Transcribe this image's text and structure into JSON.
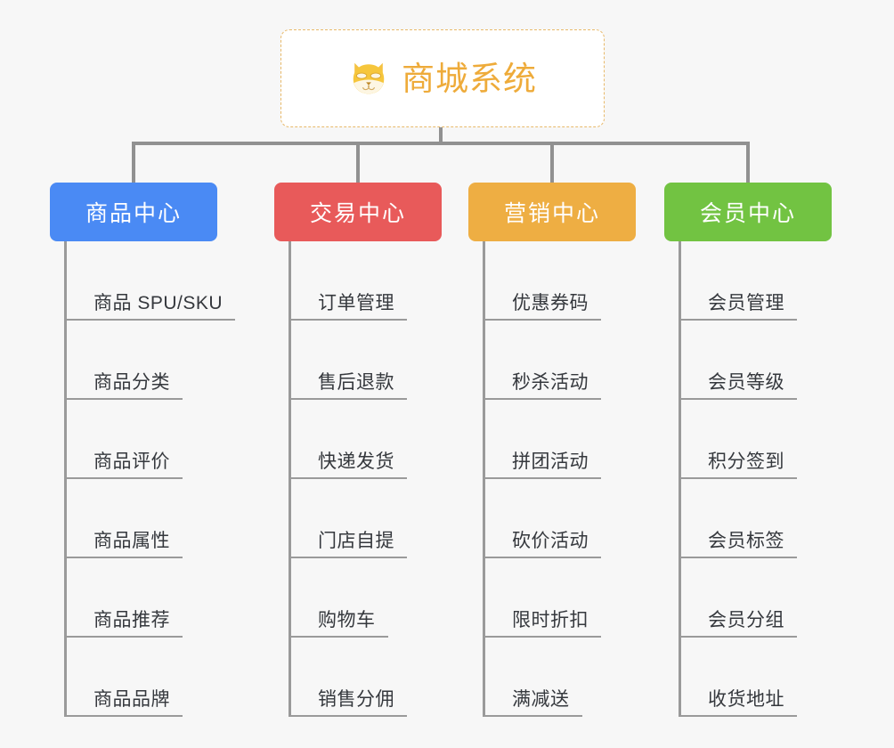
{
  "root": {
    "title": "商城系统",
    "icon": "shiba-dog-face-icon",
    "accent_color": "#eeab3a",
    "border_color": "#e8b96a",
    "background": "#ffffff"
  },
  "canvas": {
    "background": "#f7f7f7",
    "connector_color": "#919191",
    "leaf_line_color": "#9a9a9a",
    "leaf_text_color": "#35383d"
  },
  "columns": [
    {
      "id": "product-center",
      "label": "商品中心",
      "color": "#4a8af4",
      "items": [
        {
          "label": "商品 SPU/SKU"
        },
        {
          "label": "商品分类"
        },
        {
          "label": "商品评价"
        },
        {
          "label": "商品属性"
        },
        {
          "label": "商品推荐"
        },
        {
          "label": "商品品牌"
        }
      ]
    },
    {
      "id": "trade-center",
      "label": "交易中心",
      "color": "#e85a5a",
      "items": [
        {
          "label": "订单管理"
        },
        {
          "label": "售后退款"
        },
        {
          "label": "快递发货"
        },
        {
          "label": "门店自提"
        },
        {
          "label": "购物车"
        },
        {
          "label": "销售分佣"
        }
      ]
    },
    {
      "id": "marketing-center",
      "label": "营销中心",
      "color": "#eeae43",
      "items": [
        {
          "label": "优惠券码"
        },
        {
          "label": "秒杀活动"
        },
        {
          "label": "拼团活动"
        },
        {
          "label": "砍价活动"
        },
        {
          "label": "限时折扣"
        },
        {
          "label": "满减送"
        }
      ]
    },
    {
      "id": "member-center",
      "label": "会员中心",
      "color": "#72c342",
      "items": [
        {
          "label": "会员管理"
        },
        {
          "label": "会员等级"
        },
        {
          "label": "积分签到"
        },
        {
          "label": "会员标签"
        },
        {
          "label": "会员分组"
        },
        {
          "label": "收货地址"
        }
      ]
    }
  ]
}
